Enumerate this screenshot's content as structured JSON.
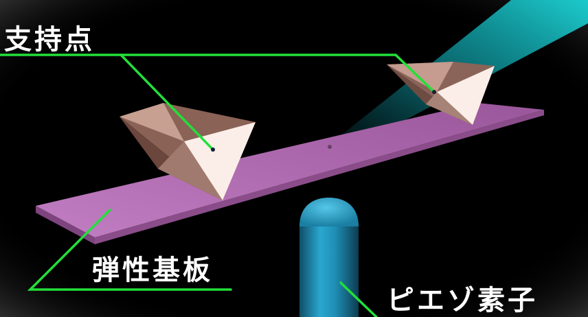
{
  "labels": {
    "support_point": "支持点",
    "elastic_substrate": "弾性基板",
    "piezo_element": "ピエゾ素子"
  },
  "colors": {
    "background": "#000000",
    "vignette": "#2b2b2b",
    "callout_line": "#22e03a",
    "label_text": "#ffffff",
    "substrate": "#b46ab4",
    "substrate_edge": "#8a4d8a",
    "support_light": "#fbeee8",
    "support_mid": "#c29a8c",
    "support_dark": "#7a574c",
    "piezo": "#1f93b8",
    "beam": "#19c6c9"
  },
  "icons": {
    "support": "inverted-pyramid-icon",
    "piezo": "cylinder-icon",
    "beam": "light-beam-icon"
  }
}
